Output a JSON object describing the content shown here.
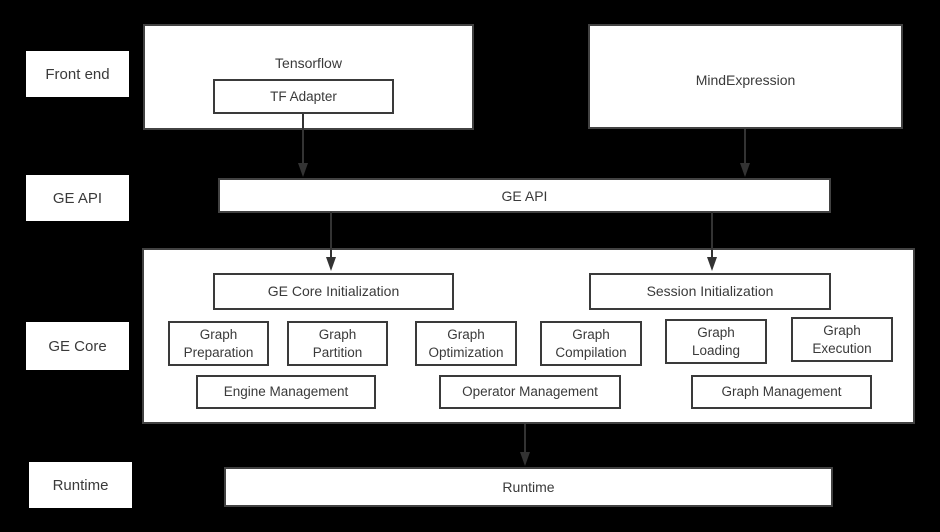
{
  "colors": {
    "background": "#000000",
    "box_fill": "#ffffff",
    "box_border": "#424242",
    "inner_border": "#3a3a3a",
    "text": "#3a3a3a",
    "arrow": "#333333"
  },
  "side_labels": [
    {
      "label": "Front end"
    },
    {
      "label": "GE API"
    },
    {
      "label": "GE Core"
    },
    {
      "label": "Runtime"
    }
  ],
  "front_end": {
    "tensorflow": {
      "label": "Tensorflow",
      "adapter_label": "TF Adapter"
    },
    "mind_expression": {
      "label": "MindExpression"
    }
  },
  "ge_api": {
    "label": "GE API"
  },
  "ge_core": {
    "init_boxes": [
      {
        "label": "GE Core Initialization"
      },
      {
        "label": "Session Initialization"
      }
    ],
    "stage_boxes": [
      {
        "label": "Graph Preparation"
      },
      {
        "label": "Graph Partition"
      },
      {
        "label": "Graph Optimization"
      },
      {
        "label": "Graph Compilation"
      },
      {
        "label": "Graph Loading"
      },
      {
        "label": "Graph Execution"
      }
    ],
    "management_boxes": [
      {
        "label": "Engine Management"
      },
      {
        "label": "Operator Management"
      },
      {
        "label": "Graph Management"
      }
    ]
  },
  "runtime": {
    "label": "Runtime"
  }
}
